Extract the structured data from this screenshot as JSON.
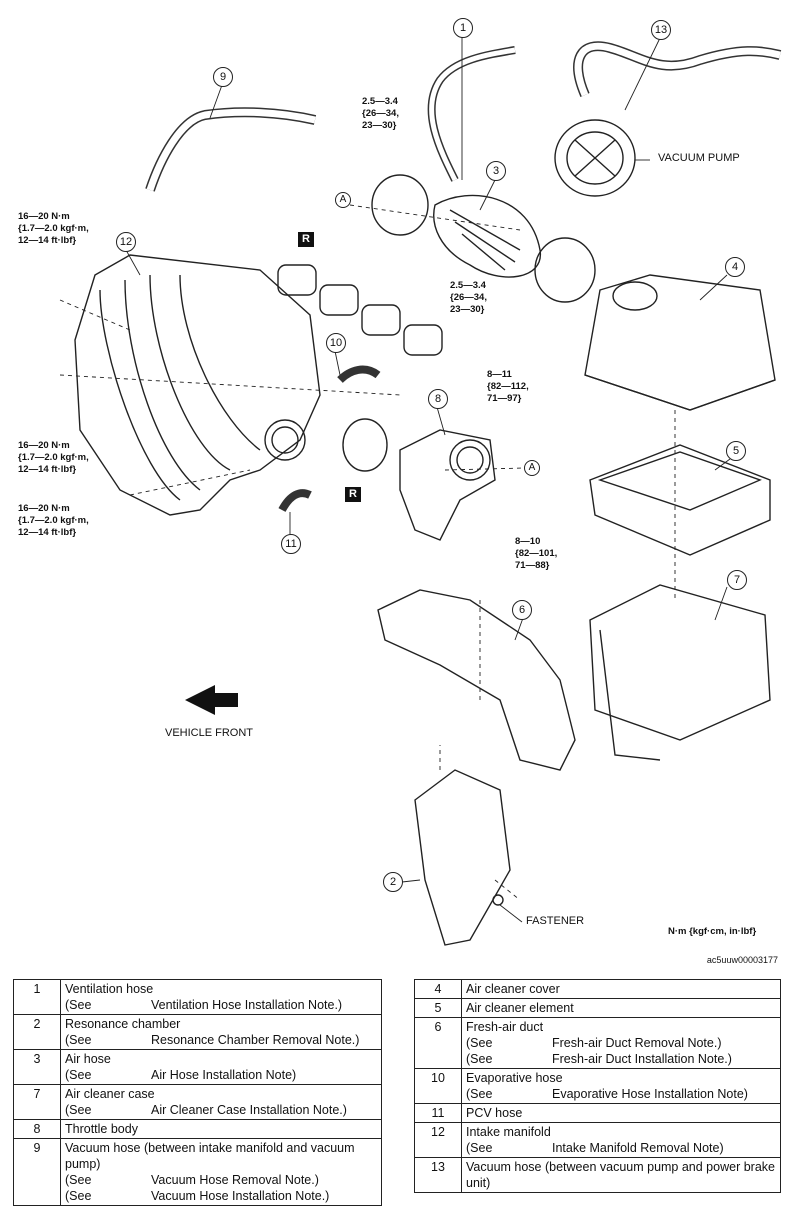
{
  "diagram": {
    "callouts": [
      "1",
      "2",
      "3",
      "4",
      "5",
      "6",
      "7",
      "8",
      "9",
      "10",
      "11",
      "12",
      "13"
    ],
    "point_labels": [
      "A",
      "A"
    ],
    "ring_marks": [
      "R",
      "R"
    ],
    "torques": [
      "2.5—3.4\n{26—34,\n23—30}",
      "2.5—3.4\n{26—34,\n23—30}",
      "16—20 N·m\n{1.7—2.0 kgf·m,\n12—14 ft·lbf}",
      "16—20 N·m\n{1.7—2.0 kgf·m,\n12—14 ft·lbf}",
      "16—20 N·m\n{1.7—2.0 kgf·m,\n12—14 ft·lbf}",
      "8—11\n{82—112,\n71—97}",
      "8—10\n{82—101,\n71—88}"
    ],
    "labels": {
      "vacuum_pump": "VACUUM PUMP",
      "vehicle_front": "VEHICLE FRONT",
      "fastener": "FASTENER",
      "units": "N·m {kgf·cm, in·lbf}",
      "doc_id": "ac5uuw00003177"
    }
  },
  "parts_left": [
    {
      "no": "1",
      "name": "Ventilation hose",
      "notes": [
        {
          "pre": "(See",
          "text": "Ventilation Hose Installation Note.)"
        }
      ]
    },
    {
      "no": "2",
      "name": "Resonance chamber",
      "notes": [
        {
          "pre": "(See",
          "text": "Resonance Chamber Removal Note.)"
        }
      ]
    },
    {
      "no": "3",
      "name": "Air hose",
      "notes": [
        {
          "pre": "(See",
          "text": "Air Hose Installation Note)"
        }
      ]
    },
    {
      "no": "7",
      "name": "Air cleaner case",
      "notes": [
        {
          "pre": "(See",
          "text": "Air Cleaner Case Installation Note.)"
        }
      ]
    },
    {
      "no": "8",
      "name": "Throttle body",
      "notes": []
    },
    {
      "no": "9",
      "name": "Vacuum hose (between intake manifold and vacuum pump)",
      "notes": [
        {
          "pre": "(See",
          "text": "Vacuum Hose Removal Note.)"
        },
        {
          "pre": "(See",
          "text": "Vacuum Hose Installation Note.)"
        }
      ]
    }
  ],
  "parts_right": [
    {
      "no": "4",
      "name": "Air cleaner cover",
      "notes": []
    },
    {
      "no": "5",
      "name": "Air cleaner element",
      "notes": []
    },
    {
      "no": "6",
      "name": "Fresh-air duct",
      "notes": [
        {
          "pre": "(See",
          "text": "Fresh-air Duct Removal Note.)"
        },
        {
          "pre": "(See",
          "text": "Fresh-air Duct Installation Note.)"
        }
      ]
    },
    {
      "no": "10",
      "name": "Evaporative hose",
      "notes": [
        {
          "pre": "(See",
          "text": "Evaporative Hose Installation Note)"
        }
      ]
    },
    {
      "no": "11",
      "name": "PCV hose",
      "notes": []
    },
    {
      "no": "12",
      "name": "Intake manifold",
      "notes": [
        {
          "pre": "(See",
          "text": "Intake Manifold Removal Note)"
        }
      ]
    },
    {
      "no": "13",
      "name": "Vacuum hose (between vacuum pump and power brake unit)",
      "notes": []
    }
  ]
}
